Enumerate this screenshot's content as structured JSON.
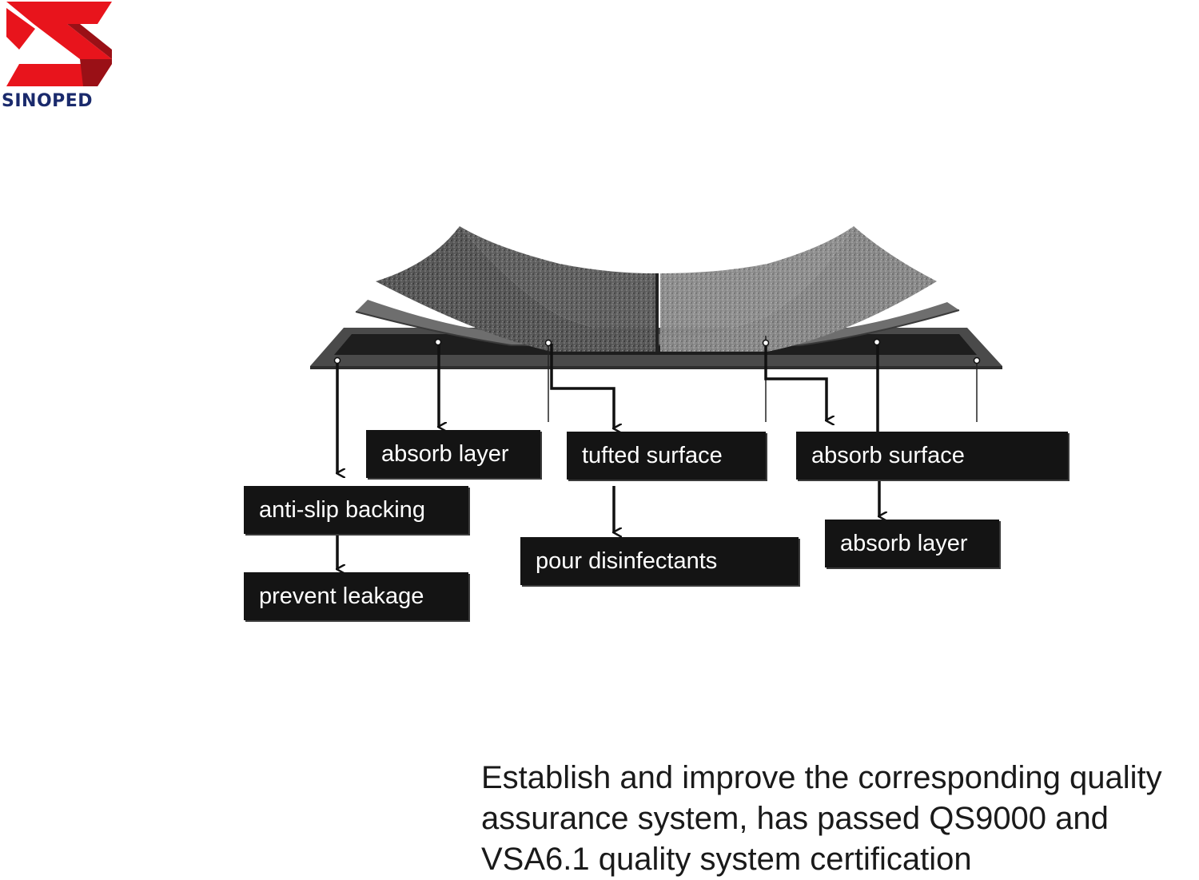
{
  "logo": {
    "brand_text": "SINOPED",
    "colors": {
      "red": "#e8141c",
      "dark_red": "#9a1016",
      "navy": "#1a2a6c"
    }
  },
  "diagram": {
    "labels": {
      "absorb_layer_left": "absorb layer",
      "tufted_surface": "tufted surface",
      "absorb_surface": "absorb surface",
      "anti_slip_backing": "anti-slip backing",
      "prevent_leakage": "prevent leakage",
      "pour_disinfectants": "pour disinfectants",
      "absorb_layer_right": "absorb layer"
    },
    "colors": {
      "label_bg": "#141414",
      "label_text": "#ffffff",
      "arrow": "#111111"
    }
  },
  "caption": {
    "lines": [
      "Establish and improve the corresponding quality",
      "assurance system, has passed QS9000 and",
      "VSA6.1 quality system certification"
    ]
  }
}
